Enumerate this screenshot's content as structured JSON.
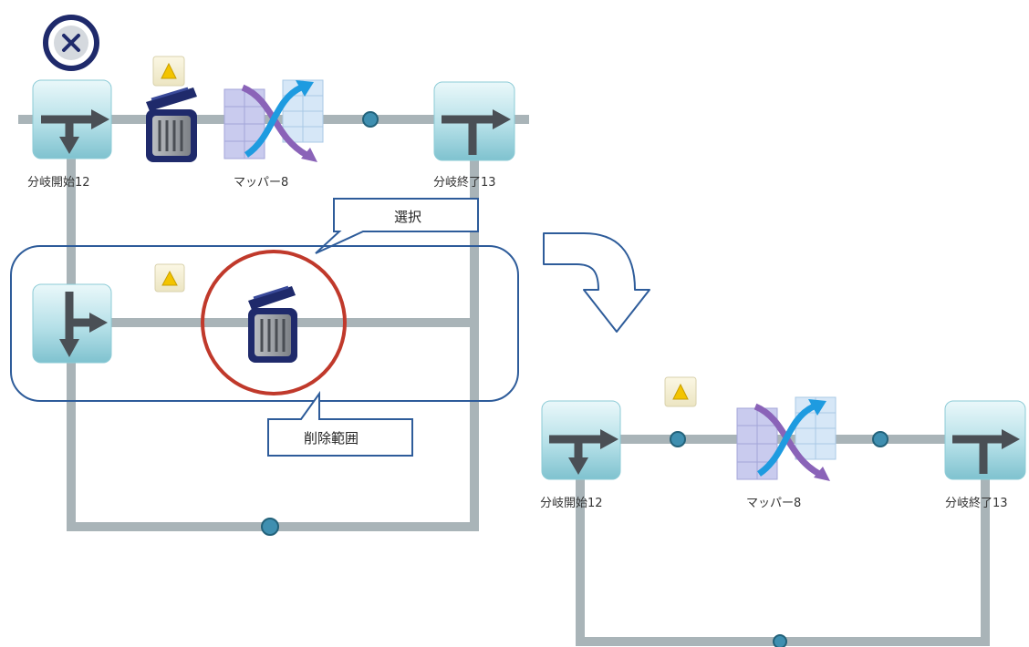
{
  "labels": {
    "branch_start": "分岐開始12",
    "mapper": "マッパー8",
    "branch_end": "分岐終了13",
    "select_callout": "選択",
    "delete_callout": "削除範囲"
  },
  "colors": {
    "connector": "#a9b4b8",
    "node_fill_top": "#e4f6f8",
    "node_fill_bottom": "#8fcbd6",
    "node_arrow": "#4a4f55",
    "port": "#3f8fb0",
    "callout_border": "#2e5c9a",
    "delete_circle": "#c0392b",
    "trash": "#1f2a6b"
  },
  "icons": {
    "close": "close-icon",
    "trash": "trash-icon",
    "mapper": "mapper-icon",
    "warning": "warning-icon",
    "transition_arrow": "curved-arrow-icon"
  }
}
